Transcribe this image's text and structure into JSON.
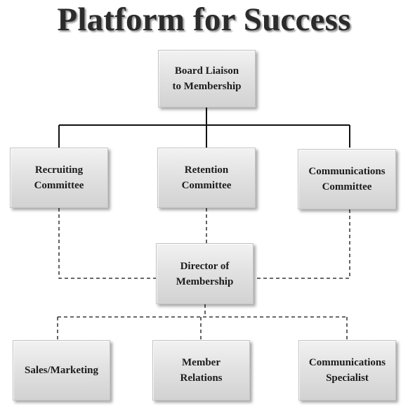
{
  "title": "Platform for Success",
  "nodes": {
    "board_liaison": {
      "line1": "Board Liaison",
      "line2": "to Membership"
    },
    "recruiting": {
      "line1": "Recruiting",
      "line2": "Committee"
    },
    "retention": {
      "line1": "Retention",
      "line2": "Committee"
    },
    "communications_committee": {
      "line1": "Communications",
      "line2": "Committee"
    },
    "director": {
      "line1": "Director of",
      "line2": "Membership"
    },
    "sales_marketing": {
      "line1": "Sales/Marketing"
    },
    "member_relations": {
      "line1": "Member",
      "line2": "Relations"
    },
    "communications_specialist": {
      "line1": "Communications",
      "line2": "Specialist"
    }
  },
  "colors": {
    "line": "#111111",
    "box_fill": "#e0e0e0",
    "title_text": "#2b2b2b"
  }
}
